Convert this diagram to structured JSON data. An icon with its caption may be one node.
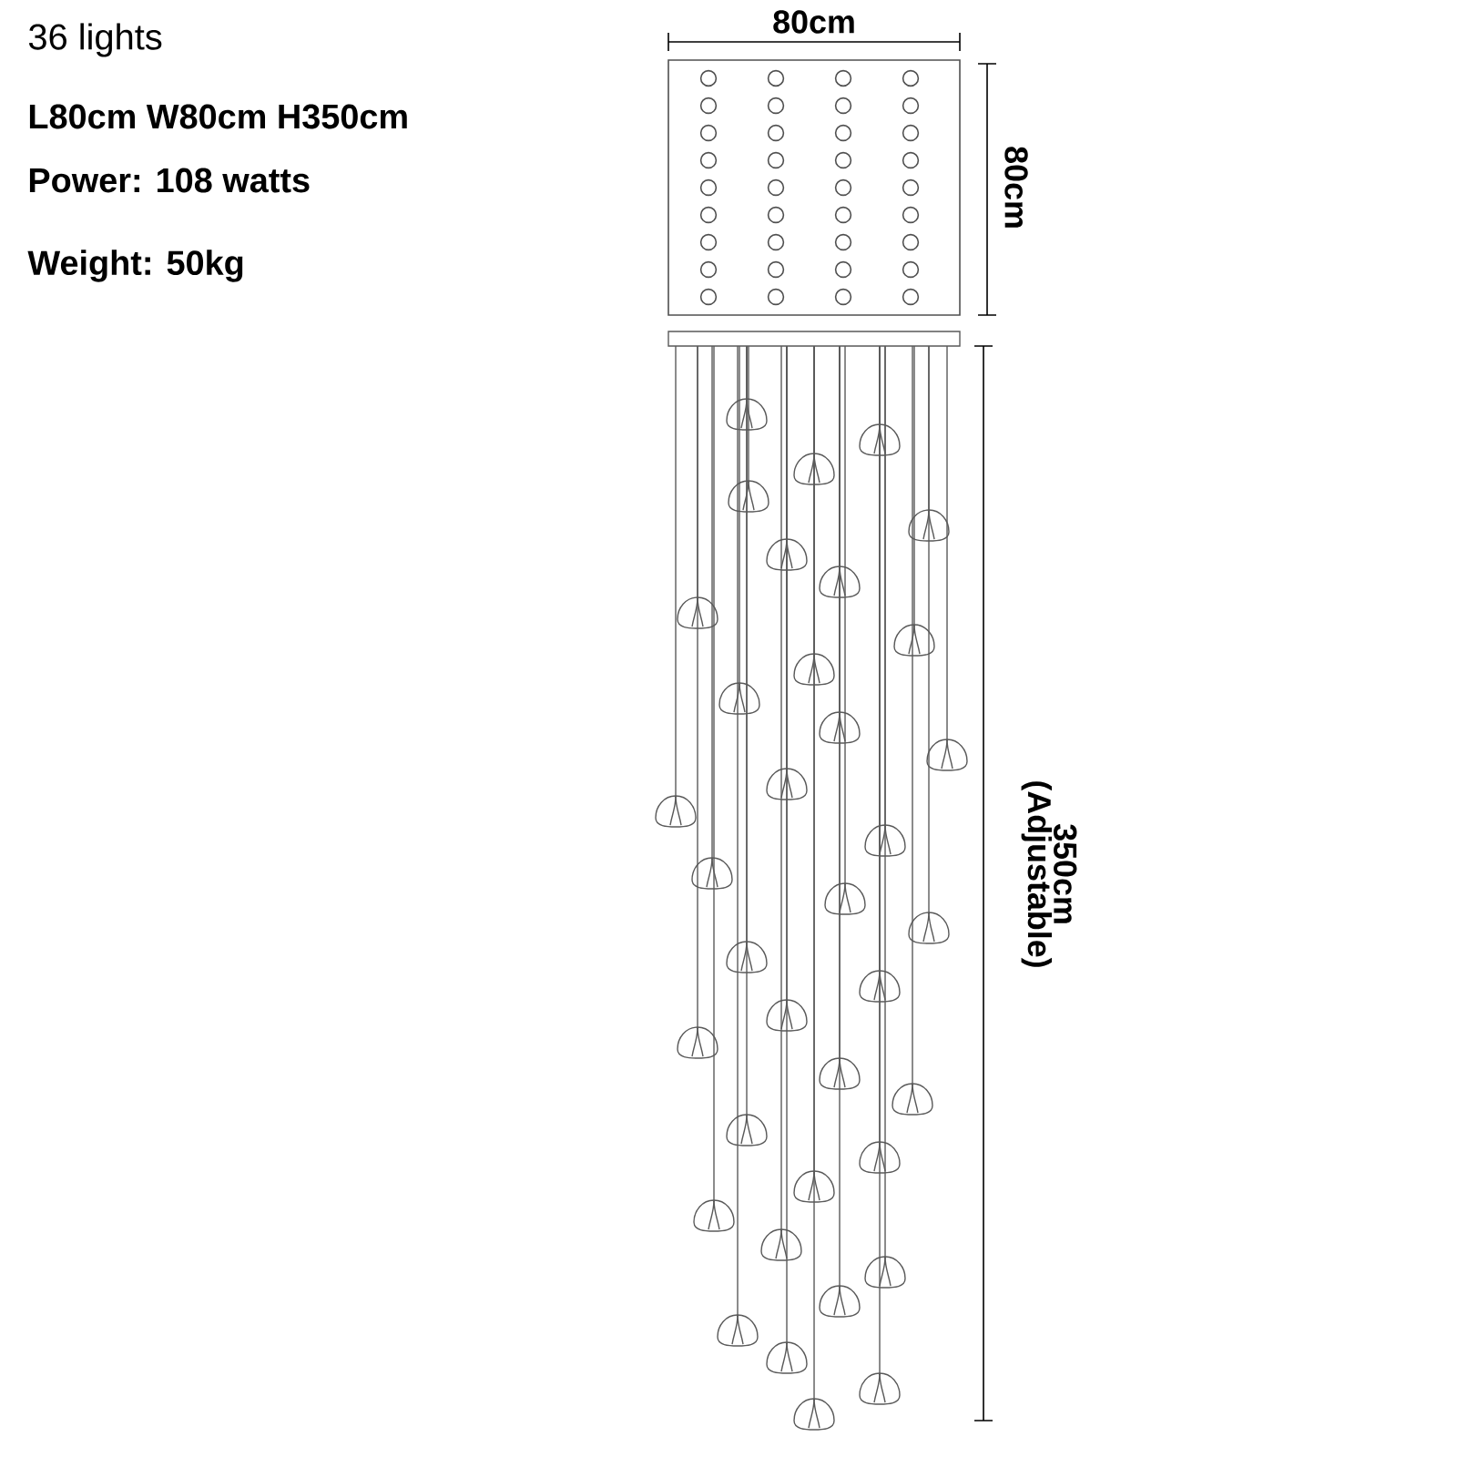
{
  "diagram": {
    "labels": [
      "36 lights",
      "L80cm W80cm H350cm",
      "Power: 108 watts",
      "Weight: 50kg",
      "80cm",
      "80cm",
      "350cm (Adjustable)"
    ]
  }
}
